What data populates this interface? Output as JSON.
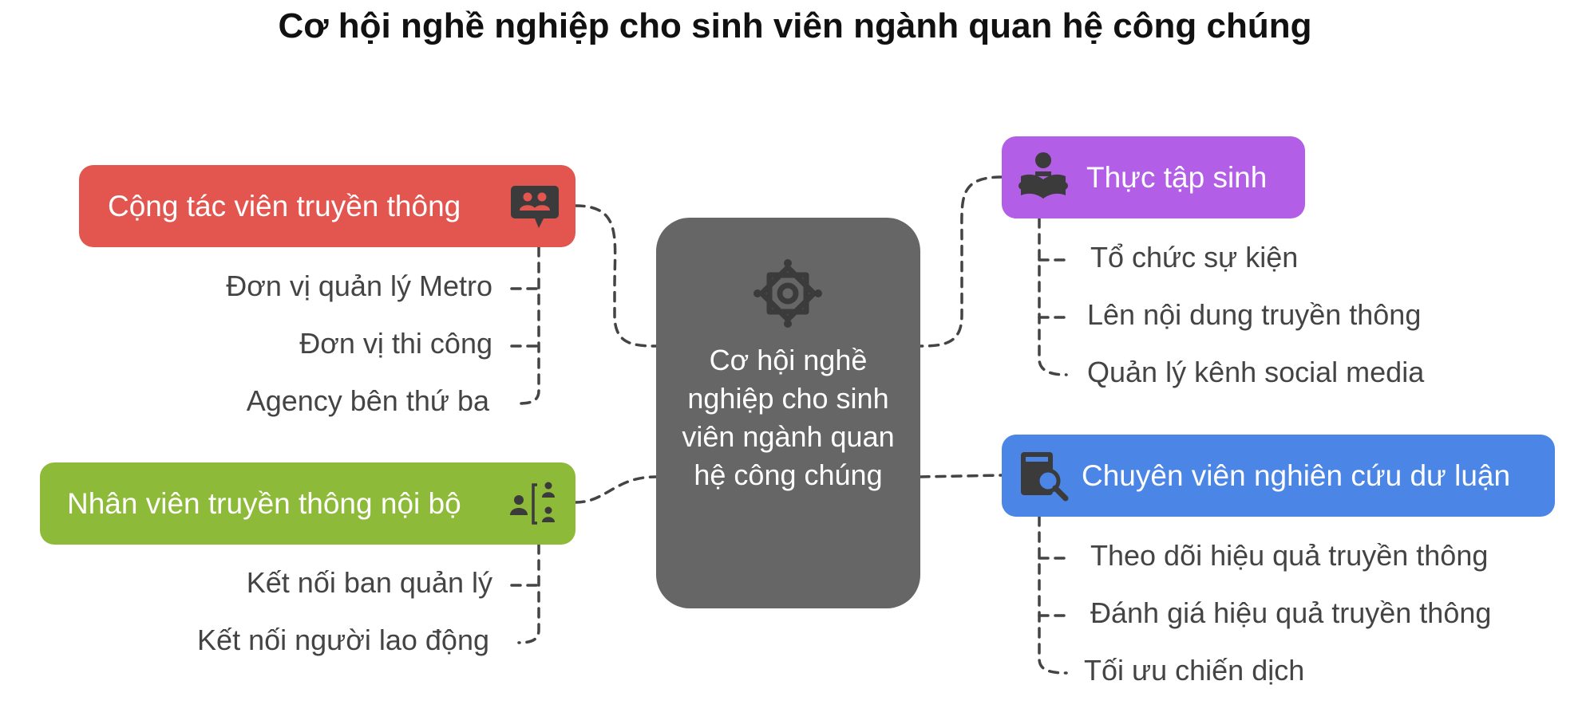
{
  "title": "Cơ hội nghề nghiệp cho sinh viên ngành quan hệ công chúng",
  "center": {
    "label": "Cơ hội nghề nghiệp cho sinh viên ngành quan hệ công chúng",
    "icon": "flower-icon"
  },
  "branches": {
    "red": {
      "label": "Cộng tác viên truyền thông",
      "icon": "chat-people-icon",
      "color": "#e3554f",
      "items": [
        "Đơn vị quản lý Metro",
        "Đơn vị thi công",
        "Agency bên thứ ba"
      ]
    },
    "green": {
      "label": "Nhân viên truyền thông nội bộ",
      "icon": "team-network-icon",
      "color": "#8dba38",
      "items": [
        "Kết nối ban quản lý",
        "Kết nối người lao động"
      ]
    },
    "purple": {
      "label": "Thực tập sinh",
      "icon": "reader-icon",
      "color": "#b35ee6",
      "items": [
        "Tổ chức sự kiện",
        "Lên nội dung truyền thông",
        "Quản lý kênh social media"
      ]
    },
    "blue": {
      "label": "Chuyên viên nghiên cứu dư luận",
      "icon": "research-icon",
      "color": "#4b85e6",
      "items": [
        "Theo dõi hiệu quả truyền thông",
        "Đánh giá hiệu quả truyền thông",
        "Tối ưu chiến dịch"
      ]
    }
  }
}
